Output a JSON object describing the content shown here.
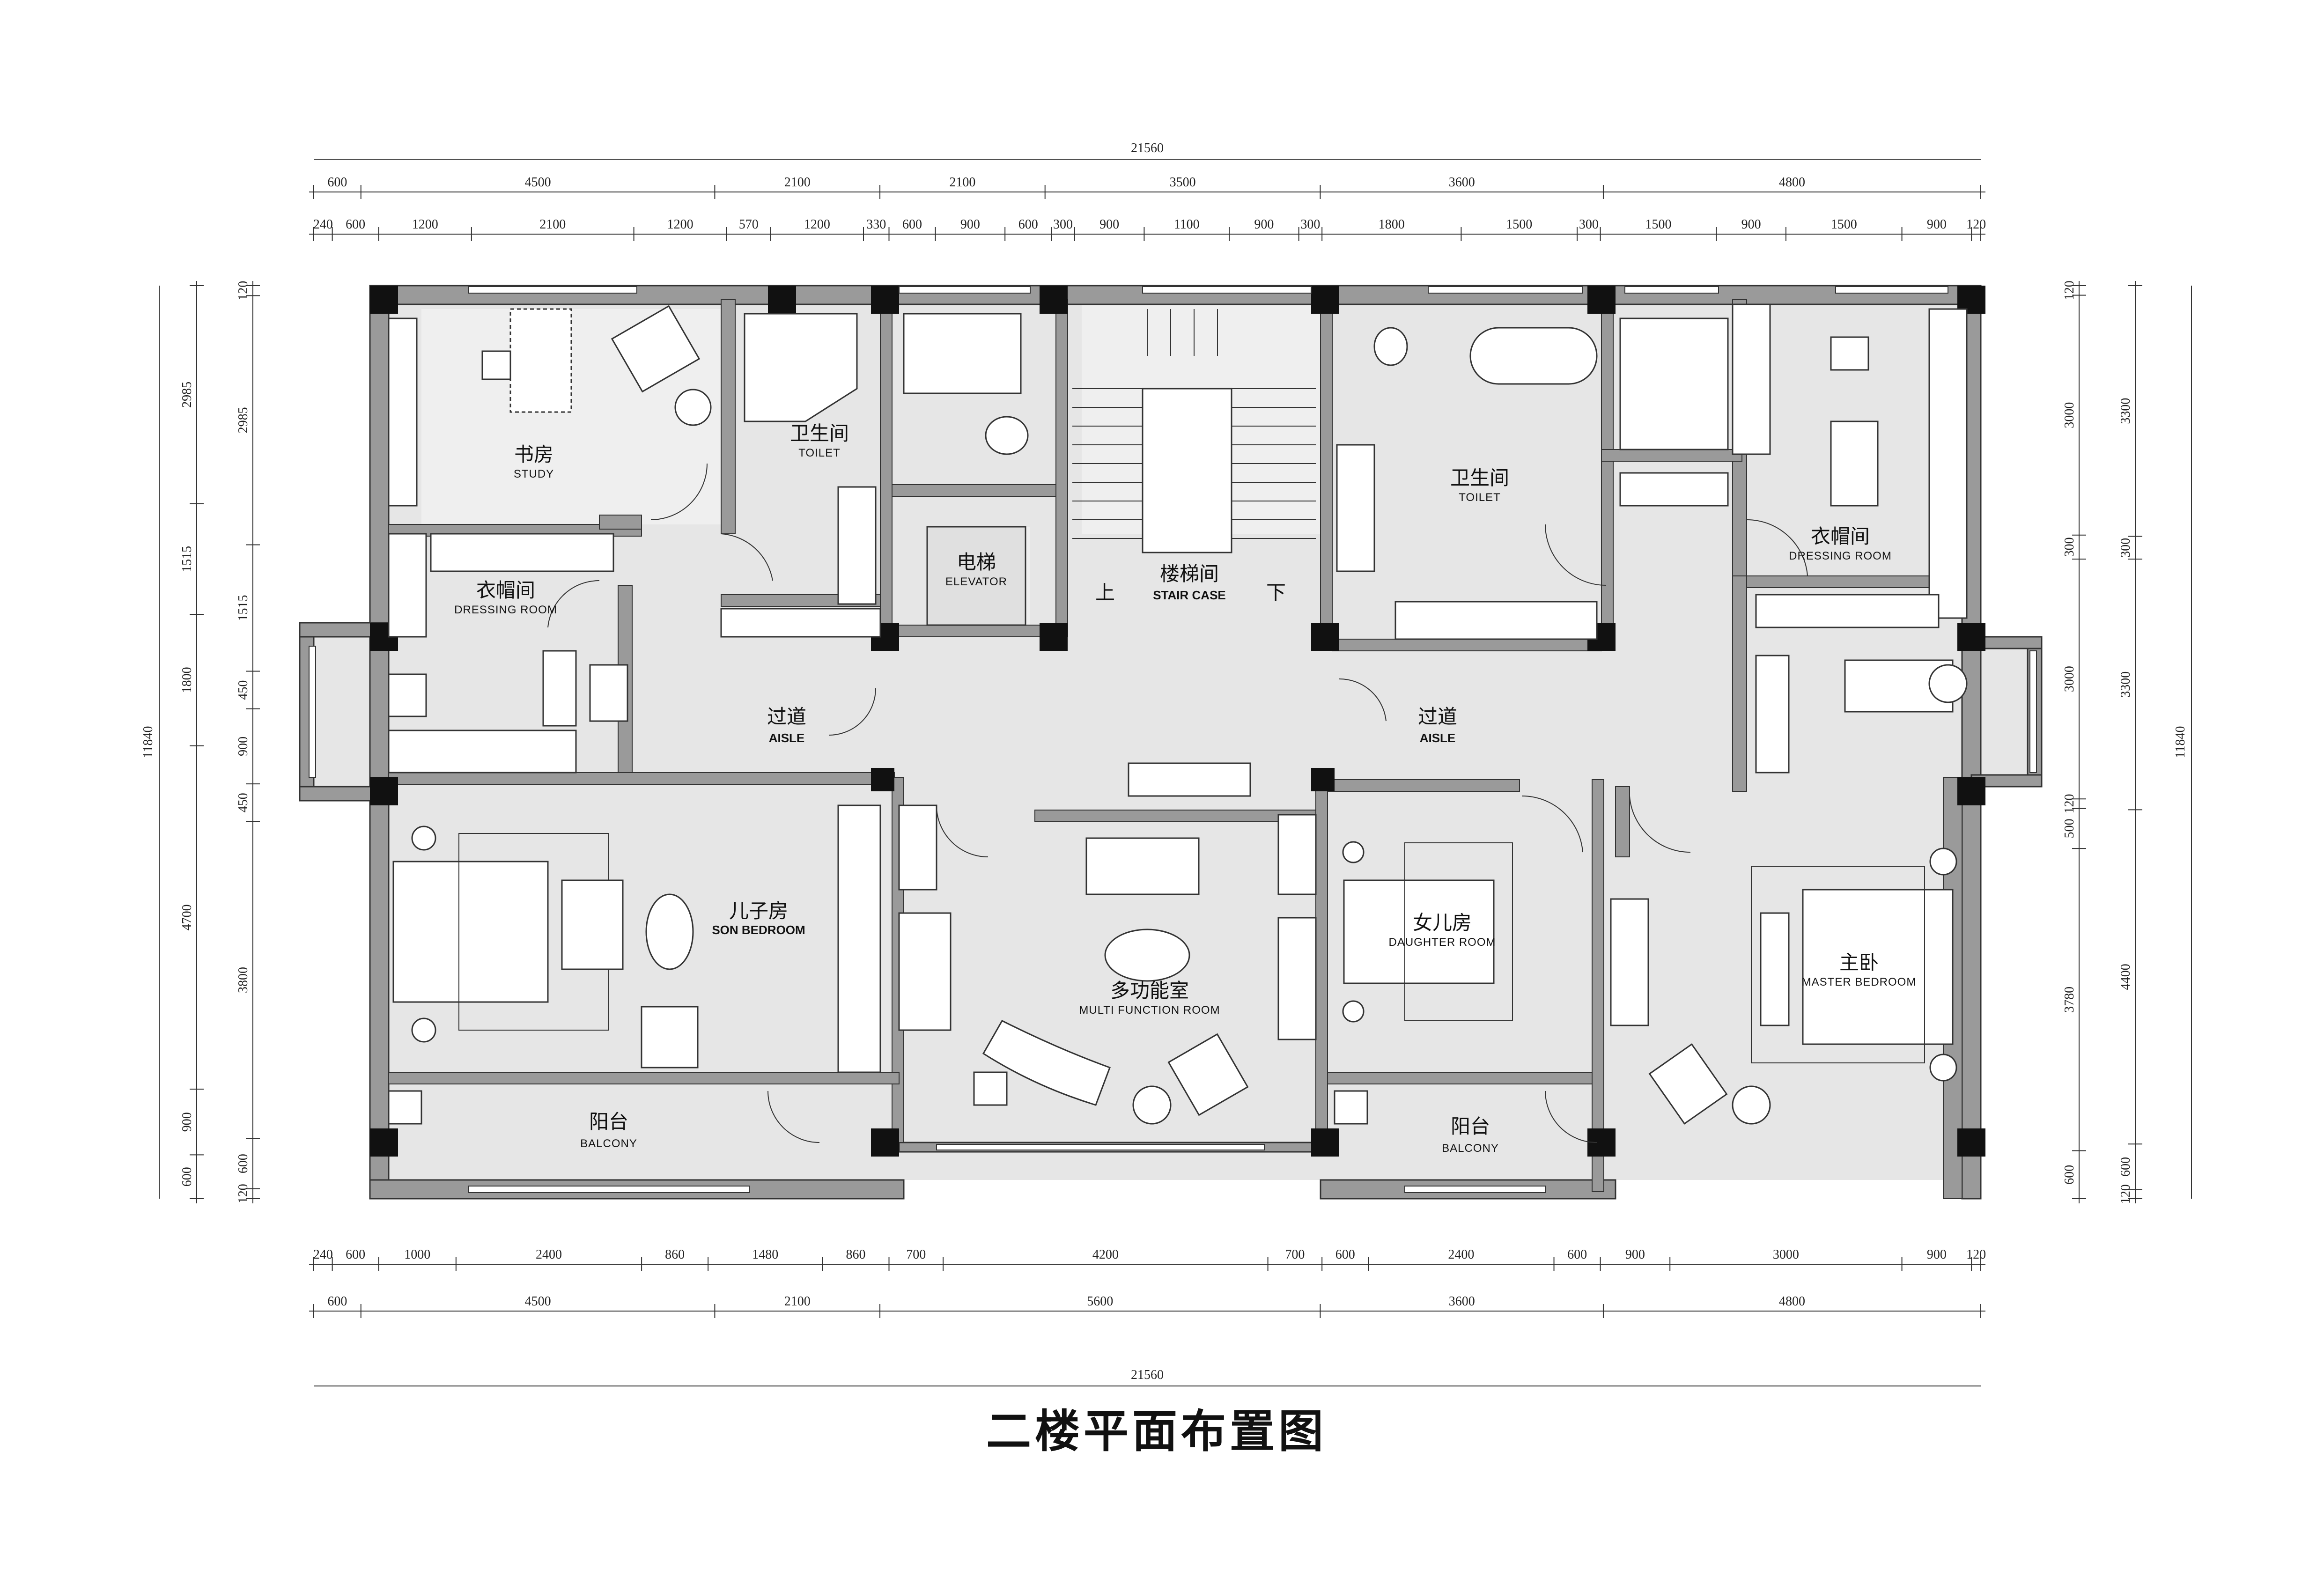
{
  "title": "二楼平面布置图",
  "dimensions": {
    "total": "21560",
    "total_height": "11840",
    "top_row1": [
      "600",
      "4500",
      "2100",
      "2100",
      "3500",
      "3600",
      "4800"
    ],
    "top_row2": [
      "240",
      "600",
      "1200",
      "2100",
      "1200",
      "570",
      "1200",
      "330",
      "600",
      "900",
      "600",
      "300",
      "900",
      "1100",
      "900",
      "300",
      "1800",
      "1500",
      "300",
      "1500",
      "900",
      "1500",
      "900",
      "120"
    ],
    "bottom_row1": [
      "240",
      "600",
      "1000",
      "2400",
      "860",
      "1480",
      "860",
      "700",
      "4200",
      "700",
      "600",
      "2400",
      "600",
      "900",
      "3000",
      "900",
      "120"
    ],
    "bottom_row2": [
      "600",
      "4500",
      "2100",
      "5600",
      "3600",
      "4800"
    ],
    "left_outer": [
      "2985",
      "1515",
      "1800",
      "4700",
      "900",
      "600"
    ],
    "left_inner": [
      "120",
      "2985",
      "1515",
      "450",
      "900",
      "450",
      "3800",
      "600",
      "120"
    ],
    "right_inner": [
      "120",
      "3000",
      "300",
      "3000",
      "120",
      "500",
      "3780",
      "600"
    ],
    "right_outer": [
      "3300",
      "300",
      "3300",
      "4400",
      "600",
      "120"
    ]
  },
  "rooms": {
    "study": {
      "cn": "书房",
      "en": "STUDY"
    },
    "toilet_left": {
      "cn": "卫生间",
      "en": "TOILET"
    },
    "elevator": {
      "cn": "电梯",
      "en": "ELEVATOR"
    },
    "staircase": {
      "cn": "楼梯间",
      "en": "STAIR CASE",
      "up": "上",
      "down": "下"
    },
    "toilet_right": {
      "cn": "卫生间",
      "en": "TOILET"
    },
    "dressing_left": {
      "cn": "衣帽间",
      "en": "DRESSING ROOM"
    },
    "dressing_right": {
      "cn": "衣帽间",
      "en": "DRESSING ROOM"
    },
    "aisle_left": {
      "cn": "过道",
      "en": "AISLE"
    },
    "aisle_right": {
      "cn": "过道",
      "en": "AISLE"
    },
    "son_bedroom": {
      "cn": "儿子房",
      "en": "SON BEDROOM"
    },
    "multi_function": {
      "cn": "多功能室",
      "en": "MULTI FUNCTION ROOM"
    },
    "daughter_room": {
      "cn": "女儿房",
      "en": "DAUGHTER ROOM"
    },
    "master_bedroom": {
      "cn": "主卧",
      "en": "MASTER BEDROOM"
    },
    "balcony_left": {
      "cn": "阳台",
      "en": "BALCONY"
    },
    "balcony_right": {
      "cn": "阳台",
      "en": "BALCONY"
    }
  },
  "colors": {
    "wall": "#9a9a9a",
    "column": "#111111",
    "floor": "#e6e6e6",
    "line": "#222222"
  }
}
